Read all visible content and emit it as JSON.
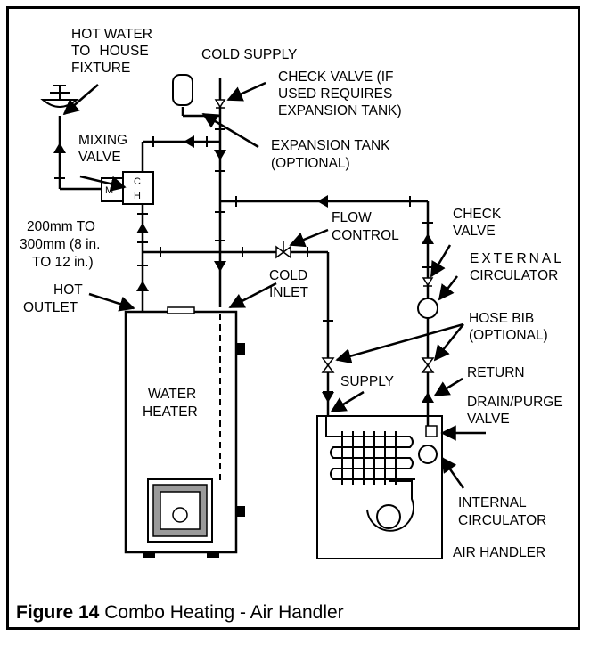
{
  "labels": {
    "hot_water_1": "HOT WATER",
    "hot_water_2": "TO HOUSE",
    "hot_water_3": "FIXTURE",
    "cold_supply": "COLD SUPPLY",
    "check_valve_top_1": "CHECK VALVE (IF",
    "check_valve_top_2": "USED REQUIRES",
    "check_valve_top_3": "EXPANSION TANK)",
    "mixing_1": "MIXING",
    "mixing_2": "VALVE",
    "expansion_1": "EXPANSION TANK",
    "expansion_2": "(OPTIONAL)",
    "dist_1": "200mm TO",
    "dist_2": "300mm (8 in.",
    "dist_3": "TO 12 in.)",
    "flow_1": "FLOW",
    "flow_2": "CONTROL",
    "check_valve_right_1": "CHECK",
    "check_valve_right_2": "VALVE",
    "ext_circ_1": "EXTERNAL",
    "ext_circ_2": "CIRCULATOR",
    "hot_outlet_1": "HOT",
    "hot_outlet_2": "OUTLET",
    "cold_inlet_1": "COLD",
    "cold_inlet_2": "INLET",
    "hose_bib_1": "HOSE BIB",
    "hose_bib_2": "(OPTIONAL)",
    "return": "RETURN",
    "supply": "SUPPLY",
    "drain_1": "DRAIN/PURGE",
    "drain_2": "VALVE",
    "water_heater_1": "WATER",
    "water_heater_2": "HEATER",
    "internal_circ_1": "INTERNAL",
    "internal_circ_2": "CIRCULATOR",
    "air_handler": "AIR HANDLER",
    "mix_m": "M",
    "mix_c": "C",
    "mix_h": "H"
  },
  "caption": {
    "figure": "Figure 14",
    "title": "Combo Heating - Air Handler"
  }
}
